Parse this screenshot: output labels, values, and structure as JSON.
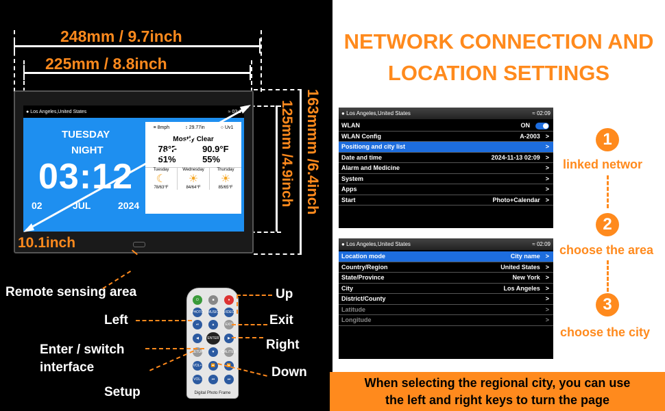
{
  "dimensions": {
    "outer_width": "248mm / 9.7inch",
    "inner_width": "225mm / 8.8inch",
    "outer_height": "163mmm /6.4inch",
    "inner_height": "125mm /4.9inch",
    "diagonal": "10.1inch"
  },
  "frame_screen": {
    "location": "Los Angeles,United States",
    "time_short": "03:1",
    "day": "TUESDAY",
    "period": "NIGHT",
    "clock": "03:12",
    "date_day": "02",
    "date_month": "JUL",
    "date_year": "2024",
    "wind": "8mph",
    "pressure": "29.77in",
    "uv": "Uv1",
    "condition": "Mostly Clear",
    "temp_in": "78°F",
    "humidity_in": "51%",
    "temp_out": "90.9°F",
    "humidity_out": "55%",
    "forecast": [
      {
        "day": "Tuesday",
        "temp": "78/63°F"
      },
      {
        "day": "Wednesday",
        "temp": "84/64°F"
      },
      {
        "day": "Thursday",
        "temp": "85/65°F"
      }
    ]
  },
  "labels": {
    "remote_sensing": "Remote sensing area",
    "up": "Up",
    "left": "Left",
    "exit": "Exit",
    "enter_line1": "Enter / switch",
    "enter_line2": "interface",
    "right": "Right",
    "down": "Down",
    "setup": "Setup"
  },
  "remote": {
    "caption": "Digital Photo Frame",
    "buttons": [
      "PHOTO",
      "MUSIC",
      "VIDEO",
      "EXIT",
      "ENTER",
      "SETUP",
      "CAL/TEM",
      "VOL+",
      "VOL-"
    ]
  },
  "title_line1": "NETWORK CONNECTION AND",
  "title_line2": "LOCATION SETTINGS",
  "menu1": {
    "location": "Los Angeles,United States",
    "time": "02:09",
    "rows": [
      {
        "label": "WLAN",
        "value": "ON",
        "toggle": true
      },
      {
        "label": "WLAN Config",
        "value": "A-2003",
        "arrow": ">"
      },
      {
        "label": "Positiong and city list",
        "value": "",
        "arrow": ">",
        "selected": true
      },
      {
        "label": "Date and time",
        "value": "2024-11-13 02:09",
        "arrow": ">"
      },
      {
        "label": "Alarm and Medicine",
        "value": "",
        "arrow": ">"
      },
      {
        "label": "System",
        "value": "",
        "arrow": ">"
      },
      {
        "label": "Apps",
        "value": "",
        "arrow": ">"
      },
      {
        "label": "Start",
        "value": "Photo+Calendar",
        "arrow": ">"
      }
    ]
  },
  "menu2": {
    "location": "Los Angeles,United States",
    "time": "02:09",
    "rows": [
      {
        "label": "Location mode",
        "value": "City name",
        "arrow": ">",
        "selected": true
      },
      {
        "label": "Country/Region",
        "value": "United States",
        "arrow": ">"
      },
      {
        "label": "State/Province",
        "value": "New York",
        "arrow": ">"
      },
      {
        "label": "City",
        "value": "Los Angeles",
        "arrow": ">"
      },
      {
        "label": "District/County",
        "value": "",
        "arrow": ">"
      },
      {
        "label": "Latitude",
        "value": "",
        "arrow": ">",
        "disabled": true
      },
      {
        "label": "Longitude",
        "value": "",
        "arrow": ">",
        "disabled": true
      }
    ]
  },
  "steps": [
    {
      "num": "1",
      "label": "linked networ"
    },
    {
      "num": "2",
      "label": "choose the area"
    },
    {
      "num": "3",
      "label": "choose the city"
    }
  ],
  "banner_line1": "When selecting the regional city, you can use",
  "banner_line2": "the left and right keys to turn the page",
  "colors": {
    "accent": "#ff8a1d",
    "screen_blue": "#1e8ff0",
    "menu_select": "#1d6dde"
  }
}
